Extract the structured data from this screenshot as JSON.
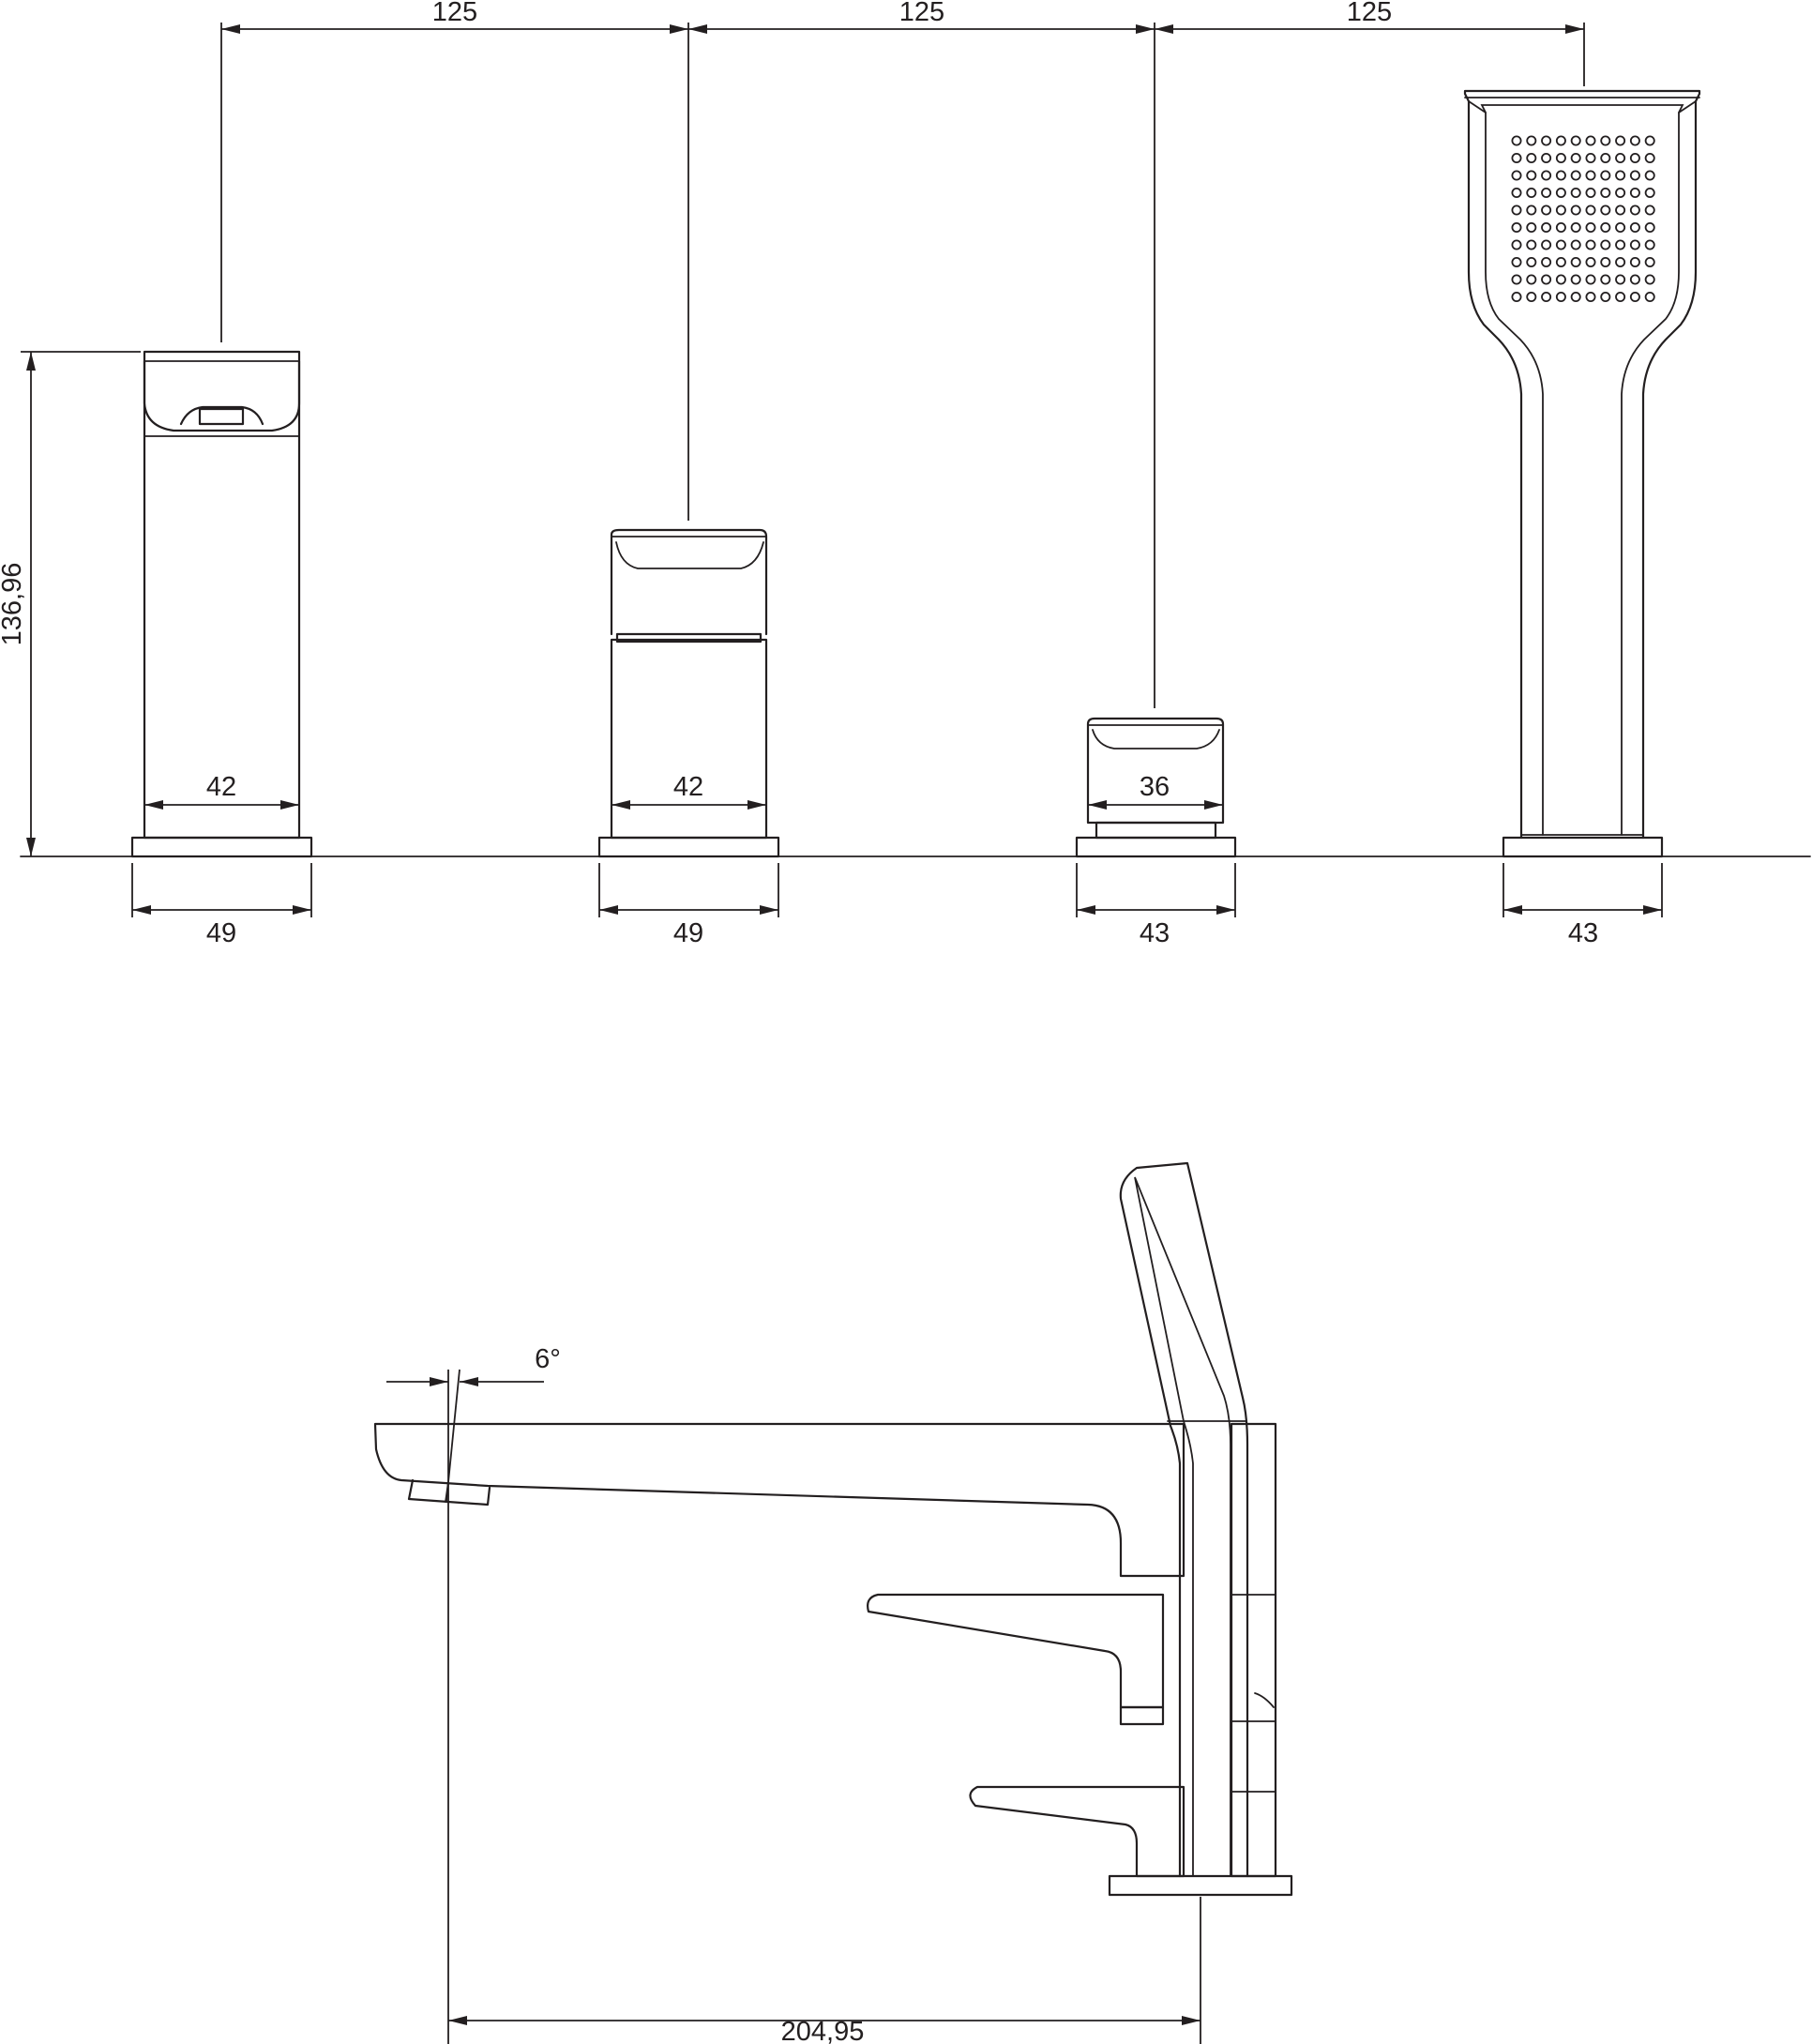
{
  "dimensions": {
    "spacing_1": "125",
    "spacing_2": "125",
    "spacing_3": "125",
    "height": "136,96",
    "spout_body_width": "42",
    "mixer_body_width": "42",
    "diverter_body_width": "36",
    "spout_base_width": "49",
    "mixer_base_width": "49",
    "diverter_base_width": "43",
    "shower_base_width": "43",
    "spout_angle": "6°",
    "projection": "204,95"
  }
}
